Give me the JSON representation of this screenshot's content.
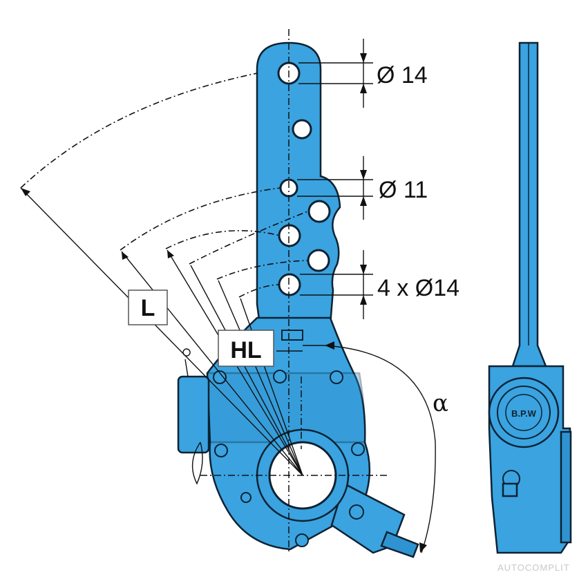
{
  "labels": {
    "dia_top": "Ø 14",
    "dia_mid": "Ø 11",
    "dia_multi": "4 x Ø14",
    "lever_length": "L",
    "hole_length": "HL",
    "angle": "α",
    "side_logo": "B.P.W"
  },
  "watermark": "AUTOCOMPLIT",
  "colors": {
    "body": "#3aa3e0",
    "outline": "#0d2233",
    "line": "#111111"
  }
}
